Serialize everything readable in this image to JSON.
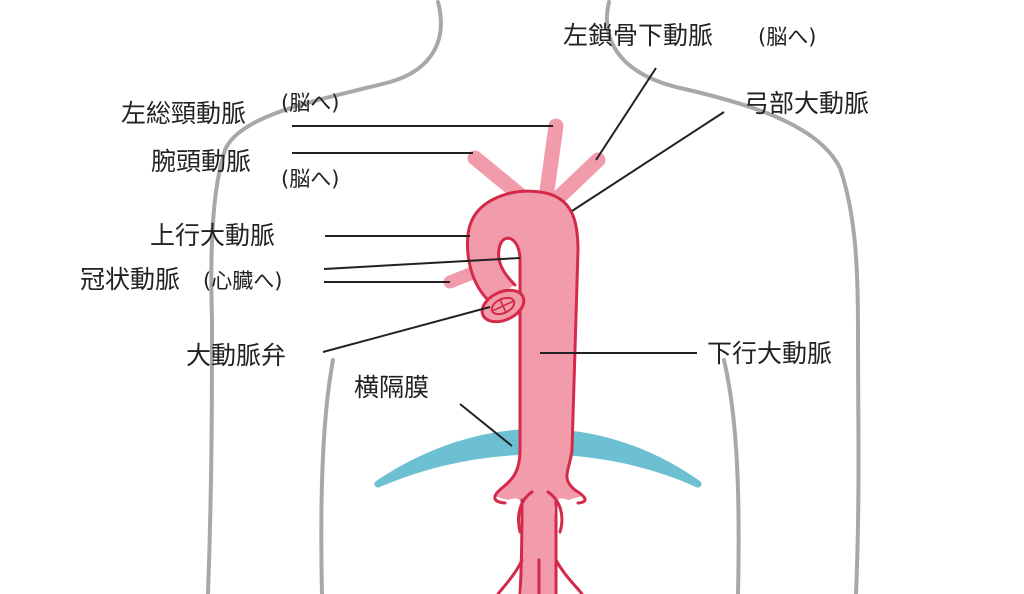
{
  "colors": {
    "artery_fill": "#f19bab",
    "artery_edge": "#d42a49",
    "diaphragm": "#6cc0d2",
    "body_outline": "#a8a8a8",
    "text": "#222222"
  },
  "labels": {
    "left_subclavian": "左鎖骨下動脈",
    "left_subclavian_note": "(脳へ)",
    "aortic_arch": "弓部大動脈",
    "left_common_carotid": "左総頸動脈",
    "left_common_carotid_note": "(脳へ)",
    "brachiocephalic": "腕頭動脈",
    "brachiocephalic_note": "(脳へ)",
    "ascending_aorta": "上行大動脈",
    "coronary": "冠状動脈",
    "coronary_note": "(心臓へ)",
    "descending_aorta": "下行大動脈",
    "aortic_valve": "大動脈弁",
    "diaphragm": "横隔膜"
  }
}
